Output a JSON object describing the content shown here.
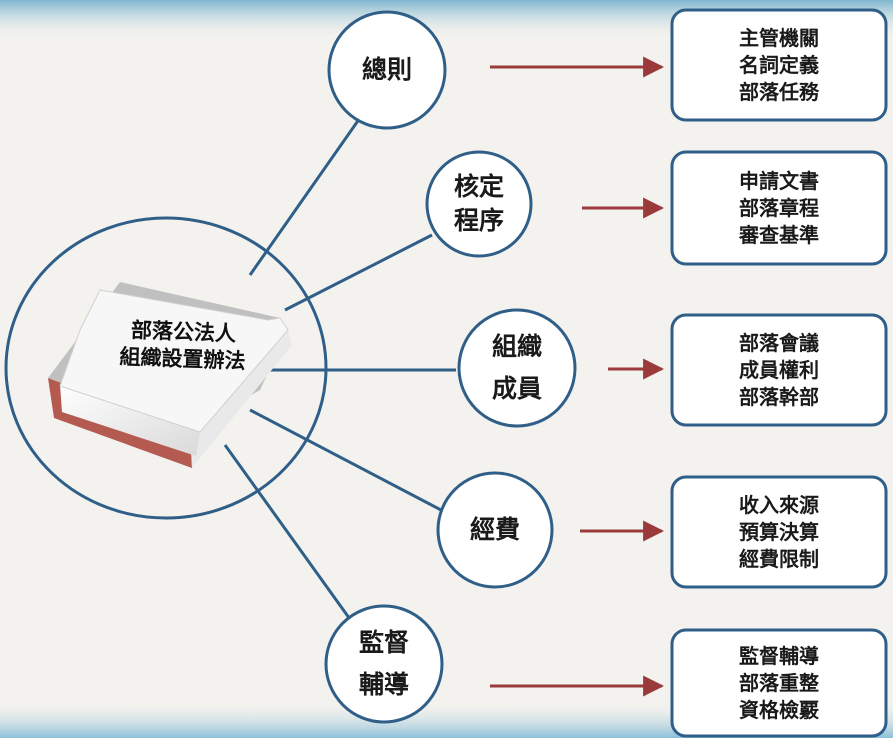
{
  "center": {
    "label": "部落公法人\n組織設置辦法"
  },
  "topics": [
    {
      "label": "總則",
      "items": "主管機關\n名詞定義\n部落任務"
    },
    {
      "label": "核定\n程序",
      "items": "申請文書\n部落章程\n審查基準"
    },
    {
      "label": "組織\n成員",
      "items": "部落會議\n成員權利\n部落幹部"
    },
    {
      "label": "經費",
      "items": "收入來源\n預算決算\n經費限制"
    },
    {
      "label": "監督\n輔導",
      "items": "監督輔導\n部落重整\n資格檢覈"
    }
  ],
  "colors": {
    "line": "#2f5f88",
    "arrow": "#9a3a3a",
    "box_border": "#2f5f88",
    "book_spine": "#a8554d"
  }
}
